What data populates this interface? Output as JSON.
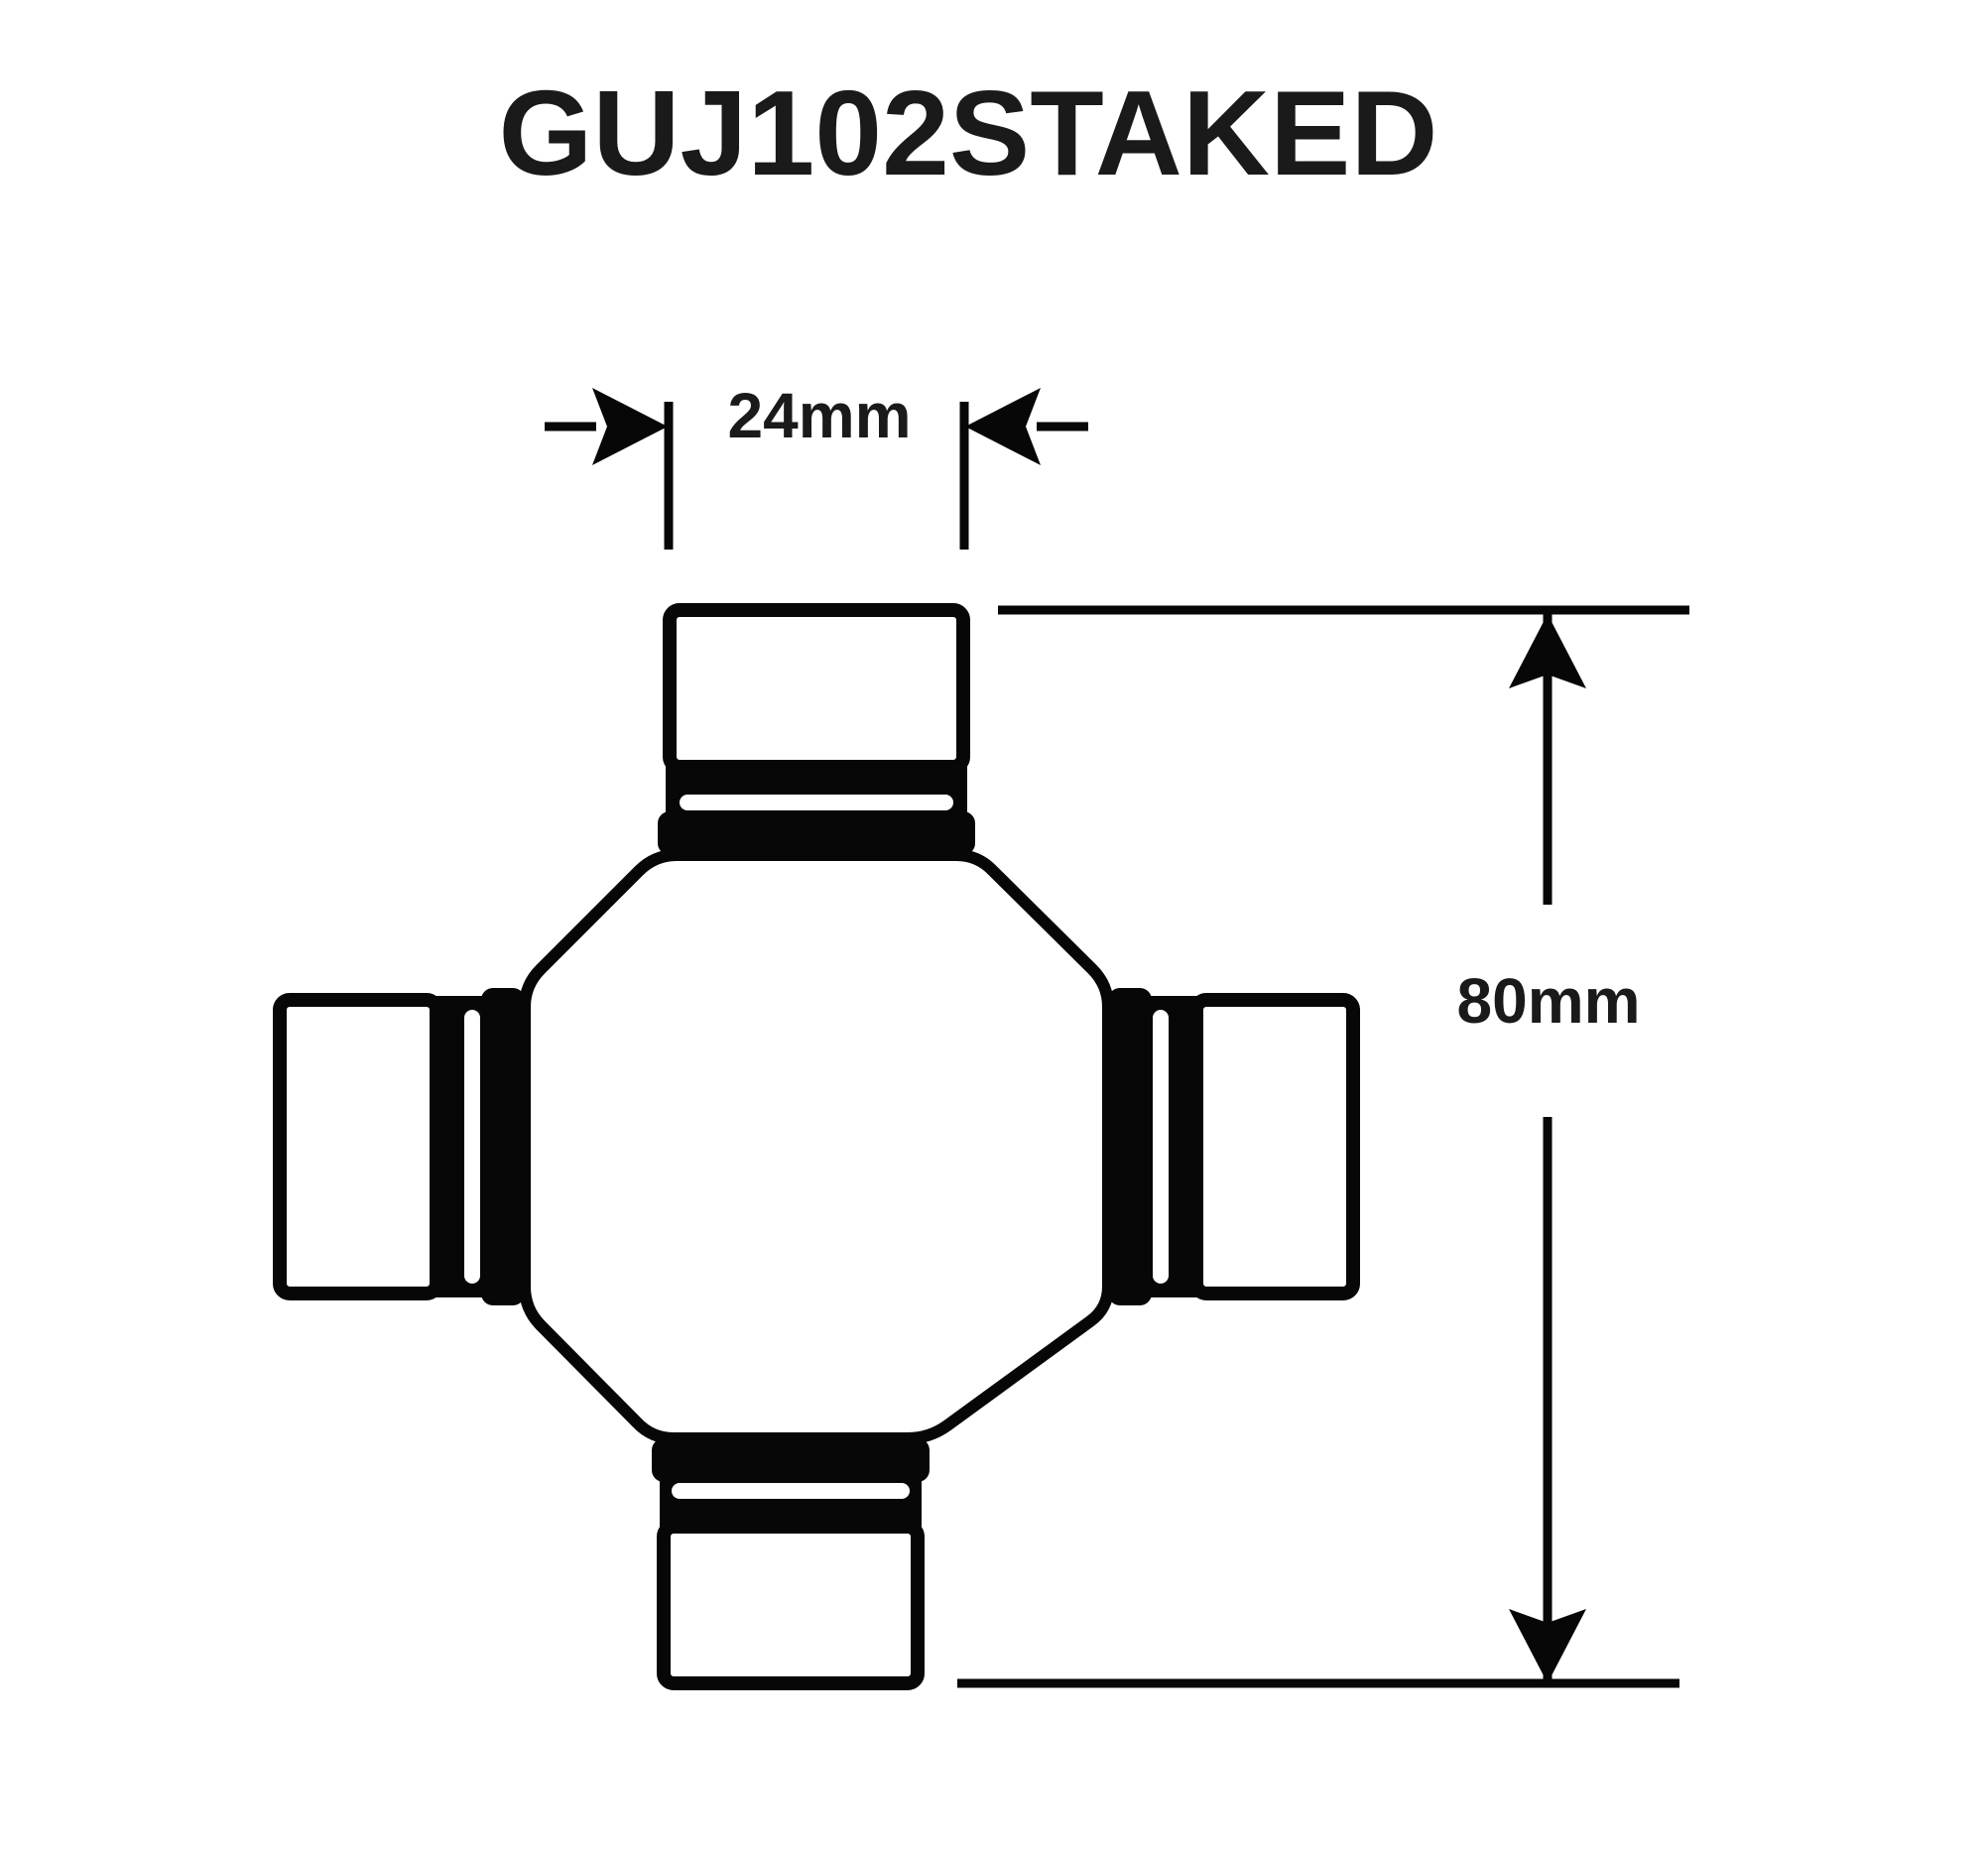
{
  "title": "GUJ102STAKED",
  "dimensions": {
    "width_label": "24mm",
    "height_label": "80mm"
  },
  "colors": {
    "ink": "#070707",
    "text_ink": "#1a1a1a",
    "background": "#ffffff"
  }
}
